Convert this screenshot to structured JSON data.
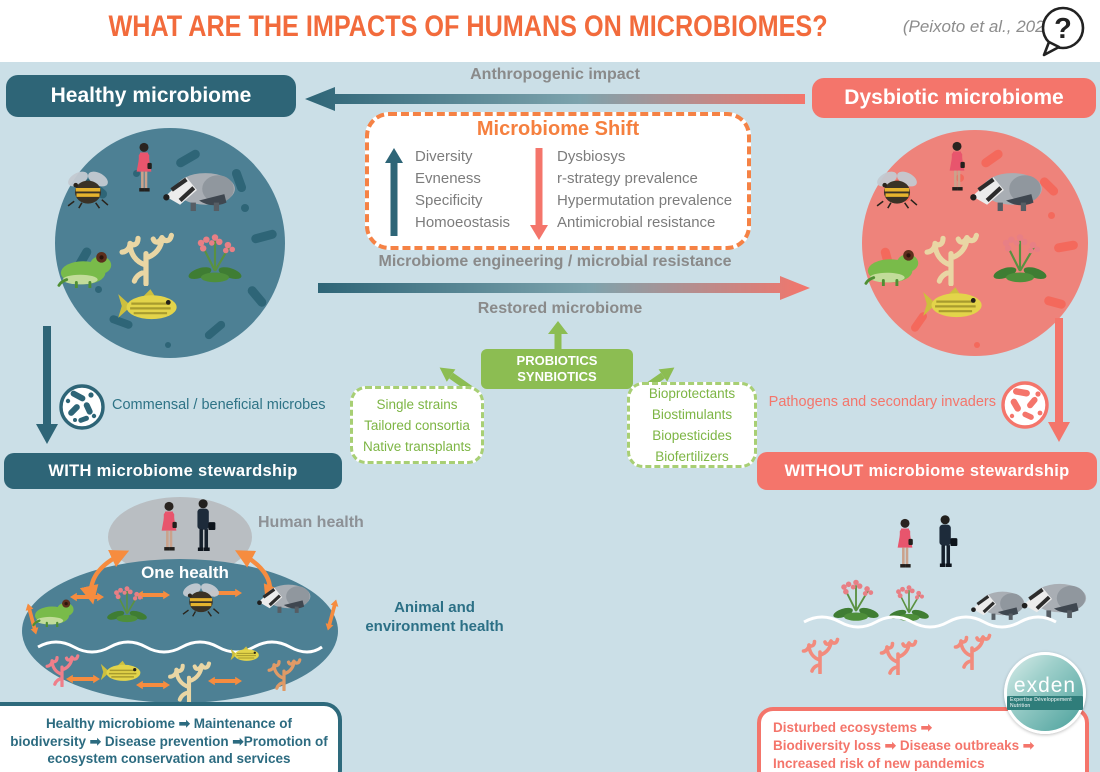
{
  "header": {
    "title": "WHAT ARE THE IMPACTS OF HUMANS ON MICROBIOMES?",
    "citation": "(Peixoto et al., 2022)",
    "help_glyph": "?"
  },
  "colors": {
    "background": "#cbdfe7",
    "teal": "#2e6577",
    "teal_circle": "#4d8094",
    "salmon": "#f4756b",
    "salmon_circle": "#ee837b",
    "orange": "#f5803f",
    "green": "#8cbd52",
    "gray_text": "#8a8a8a"
  },
  "left": {
    "header": "Healthy microbiome",
    "microbes_label": "Commensal / beneficial microbes",
    "stewardship": "WITH microbiome stewardship",
    "one_health": "One health",
    "human_health": "Human health",
    "animal_env_health": "Animal and environment health",
    "outcome": "Healthy microbiome ➡ Maintenance of biodiversity ➡ Disease prevention ➡Promotion of ecosystem conservation and services"
  },
  "right": {
    "header": "Dysbiotic microbiome",
    "microbes_label": "Pathogens and secondary invaders",
    "stewardship": "WITHOUT microbiome stewardship",
    "outcome_lines": [
      "Disturbed ecosystems ➡",
      "Biodiversity loss ➡ Disease outbreaks ➡",
      "Increased risk of new pandemics"
    ]
  },
  "center": {
    "anthropogenic": "Anthropogenic impact",
    "shift": {
      "title": "Microbiome Shift",
      "increase": [
        "Diversity",
        "Evneness",
        "Specificity",
        "Homoeostasis"
      ],
      "decrease": [
        "Dysbiosys",
        "r-strategy prevalence",
        "Hypermutation prevalence",
        "Antimicrobial resistance"
      ]
    },
    "engineering": "Microbiome engineering / microbial resistance",
    "restored": "Restored microbiome",
    "probiotics": "PROBIOTICS",
    "synbiotics": "SYNBIOTICS",
    "strains": [
      "Single strains",
      "Tailored consortia",
      "Native transplants"
    ],
    "bio": [
      "Bioprotectants",
      "Biostimulants",
      "Biopesticides",
      "Biofertilizers"
    ]
  },
  "logo": {
    "name": "exden",
    "tagline": "Expertise Développement Nutrition"
  }
}
